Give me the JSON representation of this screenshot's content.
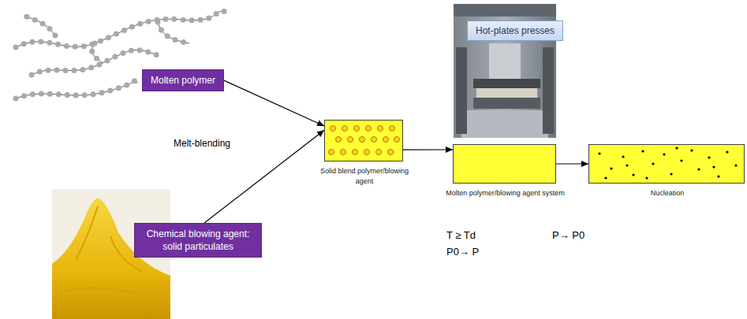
{
  "diagram": {
    "nodes": [
      {
        "text": [
          "Molten polymer"
        ]
      },
      {
        "text": [
          "Chemical blowing agent: solid particulates"
        ]
      },
      {
        "text": [
          "Solid blend polymer/blowing agent"
        ]
      },
      {
        "text": [
          "Hot-plates presses"
        ]
      },
      {
        "text": [
          "Molten polymer/blowing agent system"
        ]
      },
      {
        "text": [
          "Nucleation"
        ]
      }
    ],
    "edges": [
      {
        "from": 0,
        "to": 2,
        "arrow": "to",
        "label": "Melt-blending"
      },
      {
        "from": 1,
        "to": 2,
        "arrow": "to"
      },
      {
        "from": 2,
        "to": 4,
        "arrow": "to"
      },
      {
        "from": 4,
        "to": 5,
        "arrow": "to"
      }
    ],
    "labels": [
      "T ≥ Td",
      "P0→ P",
      "P→ P0"
    ]
  }
}
